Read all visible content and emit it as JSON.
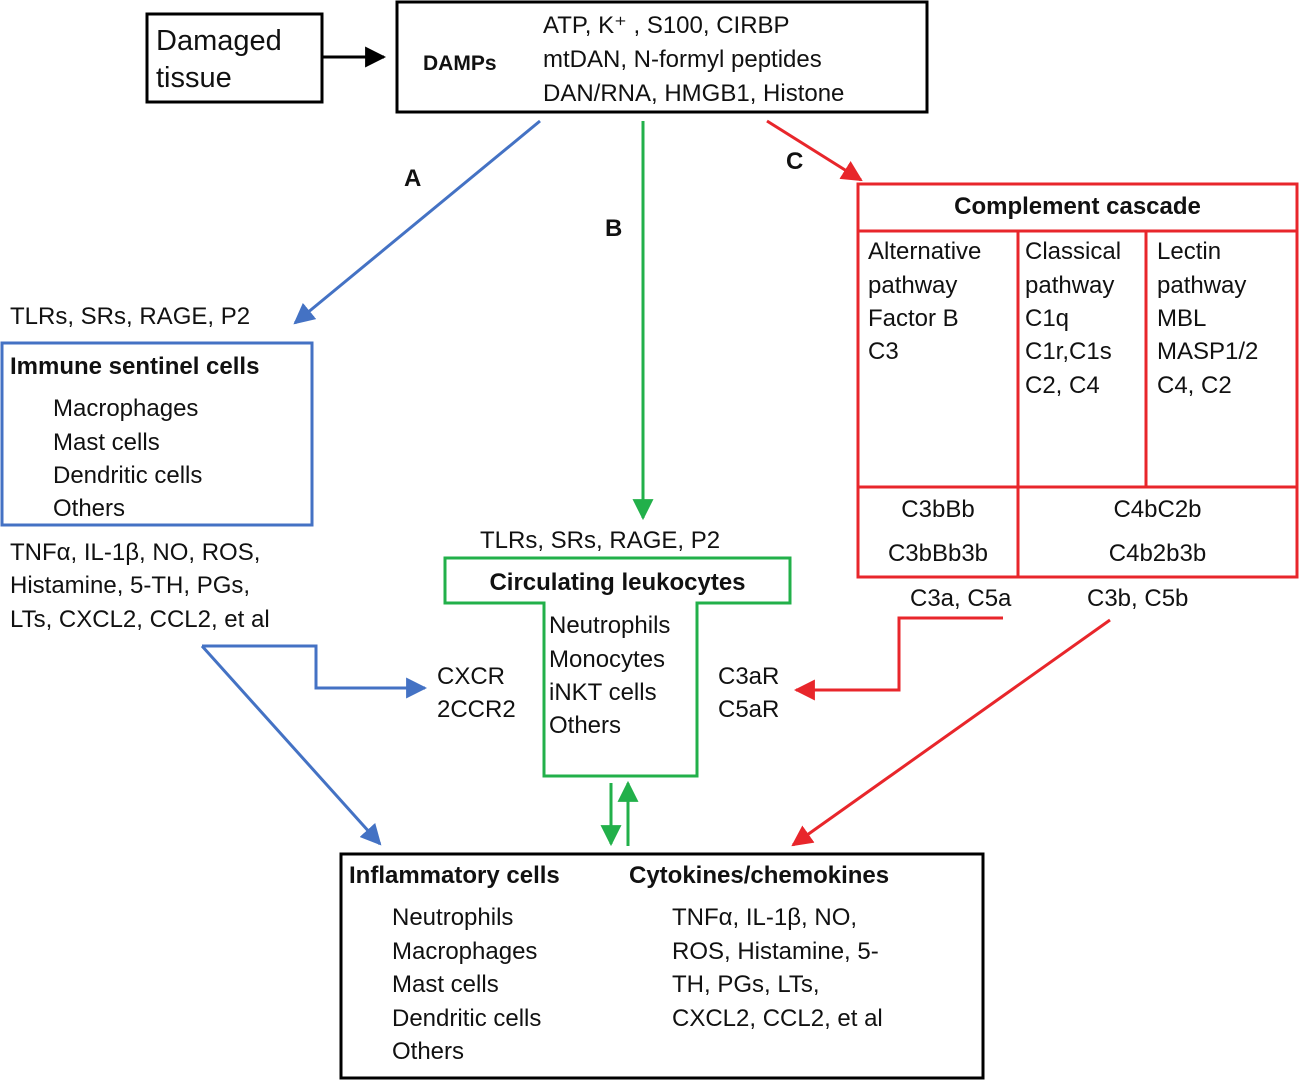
{
  "source_box": {
    "lines": [
      "Damaged",
      "tissue"
    ]
  },
  "damps_box": {
    "title": "DAMPs",
    "items": [
      "ATP, K⁺ , S100, CIRBP",
      "mtDAN, N-formyl peptides",
      "DAN/RNA, HMGB1, Histone"
    ]
  },
  "path_labels": {
    "a": "A",
    "b": "B",
    "c": "C"
  },
  "receptors_a": "TLRs, SRs, RAGE, P2",
  "sentinel_box": {
    "title": "Immune sentinel cells",
    "items": [
      "Macrophages",
      "Mast cells",
      "Dendritic cells",
      "Others"
    ]
  },
  "mediators_a": [
    "TNFα, IL-1β, NO, ROS,",
    "Histamine, 5-TH, PGs,",
    "LTs, CXCL2, CCL2, et al"
  ],
  "receptors_b": "TLRs, SRs, RAGE, P2",
  "leukocyte_box": {
    "title": "Circulating leukocytes",
    "items": [
      "Neutrophils",
      "Monocytes",
      "iNKT cells",
      "Others"
    ]
  },
  "chemokine_receptors": [
    "CXCR",
    "2CCR2"
  ],
  "complement_receptors": [
    "C3aR",
    "C5aR"
  ],
  "complement_box": {
    "title": "Complement cascade",
    "pathways": [
      {
        "lines": [
          "Alternative",
          "pathway",
          "Factor B",
          "C3"
        ]
      },
      {
        "lines": [
          "Classical",
          "pathway",
          "C1q",
          "C1r,C1s",
          "C2, C4"
        ]
      },
      {
        "lines": [
          "Lectin",
          "pathway",
          "MBL",
          "MASP1/2",
          "C4, C2"
        ]
      }
    ],
    "convertases": [
      {
        "lines": [
          "C3bBb",
          "C3bBb3b"
        ]
      },
      {
        "lines": [
          "C4bC2b",
          "C4b2b3b"
        ]
      }
    ]
  },
  "anaphylatoxins": "C3a, C5a",
  "opsonins": "C3b, C5b",
  "outcome_box": {
    "cells_title": "Inflammatory cells",
    "cells": [
      "Neutrophils",
      "Macrophages",
      "Mast cells",
      "Dendritic cells",
      "Others"
    ],
    "cytokines_title": "Cytokines/chemokines",
    "cytokines": [
      "TNFα, IL-1β, NO,",
      "ROS,  Histamine, 5-",
      "TH, PGs, LTs,",
      "CXCL2, CCL2, et al"
    ]
  },
  "colors": {
    "black": "#000000",
    "blue": "#4472c4",
    "green": "#22b04a",
    "red": "#e8262b"
  }
}
